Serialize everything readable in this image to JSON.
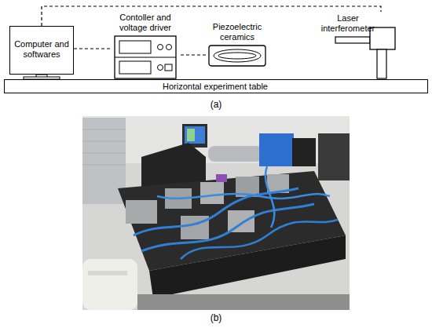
{
  "diagram": {
    "nodes": [
      {
        "text": [
          "Computer and softwares"
        ]
      },
      {
        "text": [
          "Contoller and voltage driver"
        ]
      },
      {
        "text": [
          "Piezoelectric ceramics"
        ]
      },
      {
        "text": [
          "Laser interferometer"
        ]
      },
      {
        "text": [
          "Horizontal experiment table"
        ]
      }
    ],
    "edges": [
      {
        "from": 0,
        "to": 3,
        "arrow": "none"
      },
      {
        "from": 0,
        "to": 1,
        "arrow": "none"
      },
      {
        "from": 1,
        "to": 2,
        "arrow": "none"
      }
    ],
    "labels": [
      "(a)",
      "(b)"
    ]
  }
}
